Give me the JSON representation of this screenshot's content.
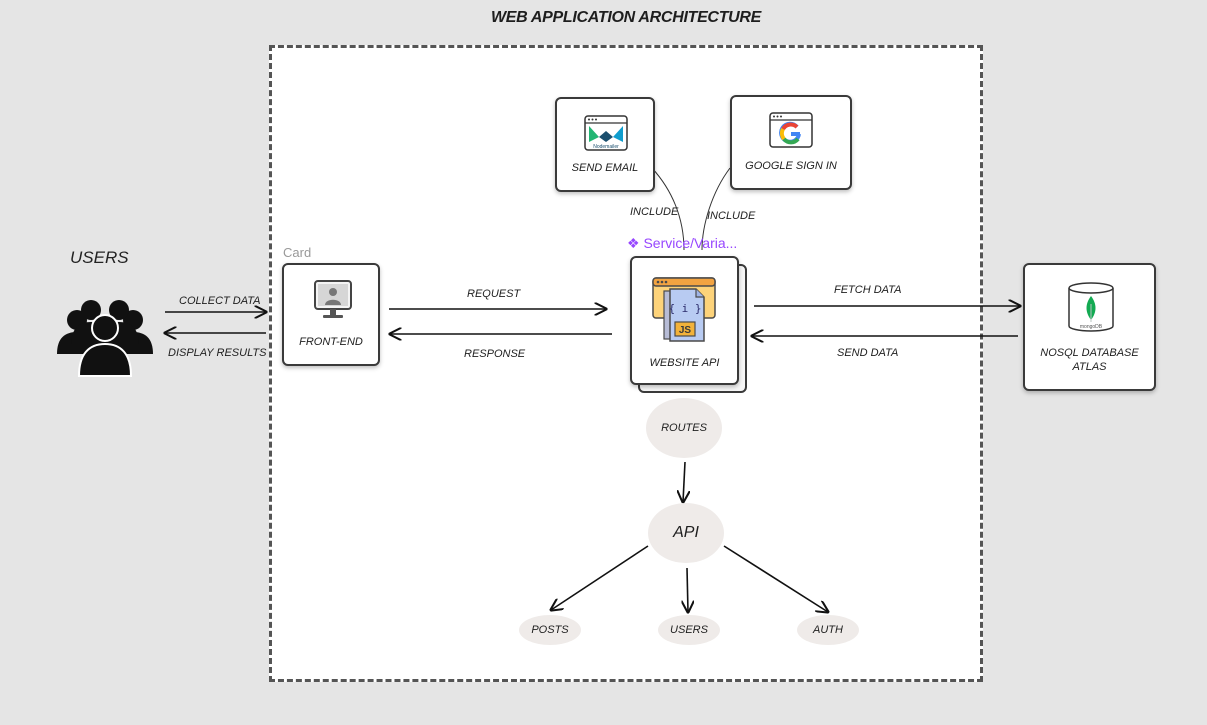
{
  "title": "WEB APPLICATION ARCHITECTURE",
  "users_label": "USERS",
  "card_hint": "Card",
  "service_hint": "❖ Service/Varia...",
  "nodes": {
    "send_email": "SEND EMAIL",
    "google_sign_in": "GOOGLE SIGN IN",
    "front_end": "FRONT-END",
    "website_api": "WEBSITE API",
    "nosql_db_line1": "NOSQL DATABASE",
    "nosql_db_line2": "ATLAS",
    "routes": "ROUTES",
    "api": "API",
    "posts": "POSTS",
    "users": "USERS",
    "auth": "AUTH"
  },
  "edges": {
    "collect_data": "COLLECT DATA",
    "display_results": "DISPLAY RESULTS",
    "request": "REQUEST",
    "response": "RESPONSE",
    "fetch_data": "FETCH DATA",
    "send_data": "SEND DATA",
    "include_email": "INCLUDE",
    "include_google": "INCLUDE"
  },
  "logos": {
    "nodemailer": "Nodemailer",
    "mongodb": "mongoDB",
    "js": "JS",
    "braces": "{ i }"
  },
  "icons": {
    "users": "users-group-icon",
    "front_end": "monitor-icon",
    "website_api": "js-file-icon",
    "send_email": "nodemailer-icon",
    "google": "google-icon",
    "database": "mongodb-icon"
  }
}
